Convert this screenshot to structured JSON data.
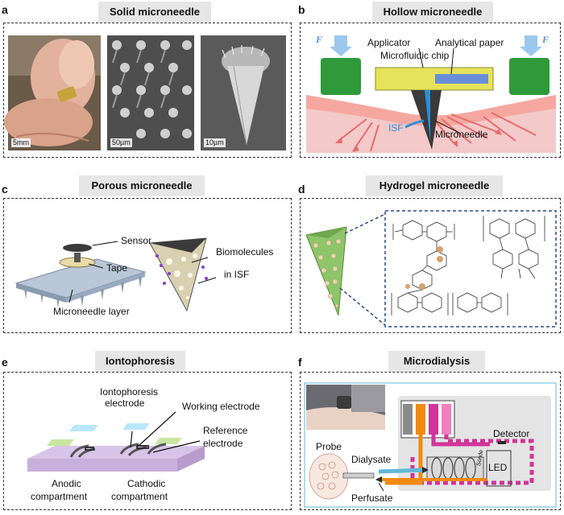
{
  "panels": {
    "a": {
      "letter": "a",
      "title": "Solid microneedle",
      "scalebars": [
        "5mm",
        "50µm",
        "10µm"
      ]
    },
    "b": {
      "letter": "b",
      "title": "Hollow microneedle",
      "labels": {
        "force_left": "F",
        "force_right": "F",
        "applicator": "Applicator",
        "analytical_paper": "Analytical paper",
        "microfluidic_chip": "Microfluidic chip",
        "isf": "ISF",
        "microneedle": "Microneedle"
      }
    },
    "c": {
      "letter": "c",
      "title": "Porous microneedle",
      "labels": {
        "sensor": "Sensor",
        "tape": "Tape",
        "microneedle_layer": "Microneedle layer",
        "biomolecules": "Biomolecules",
        "in_isf": "in ISF"
      }
    },
    "d": {
      "letter": "d",
      "title": "Hydrogel microneedle"
    },
    "e": {
      "letter": "e",
      "title": "Iontophoresis",
      "labels": {
        "iontophoresis_electrode_1": "Iontophoresis",
        "iontophoresis_electrode_2": "electrode",
        "working_electrode": "Working electrode",
        "reference_electrode_1": "Reference",
        "reference_electrode_2": "electrode",
        "anodic_1": "Anodic",
        "anodic_2": "compartment",
        "cathodic_1": "Cathodic",
        "cathodic_2": "compartment"
      }
    },
    "f": {
      "letter": "f",
      "title": "Microdialysis",
      "labels": {
        "probe": "Probe",
        "dialysate": "Dialysate",
        "perfusate": "Perfusate",
        "detector": "Detector",
        "led": "LED",
        "sonde": "Sonde"
      }
    }
  },
  "colors": {
    "applicator_green": "#2f9a3a",
    "chip_yellow": "#e6e25a",
    "isf_blue": "#2a8fd8",
    "skin_pink": "#f3c9c9",
    "arrow_red": "#e86a6a",
    "force_blue": "#9cc8ee",
    "dialysis_orange": "#f08a10",
    "dialysis_magenta": "#d0359a",
    "dialysis_pink": "#f07ec0"
  }
}
